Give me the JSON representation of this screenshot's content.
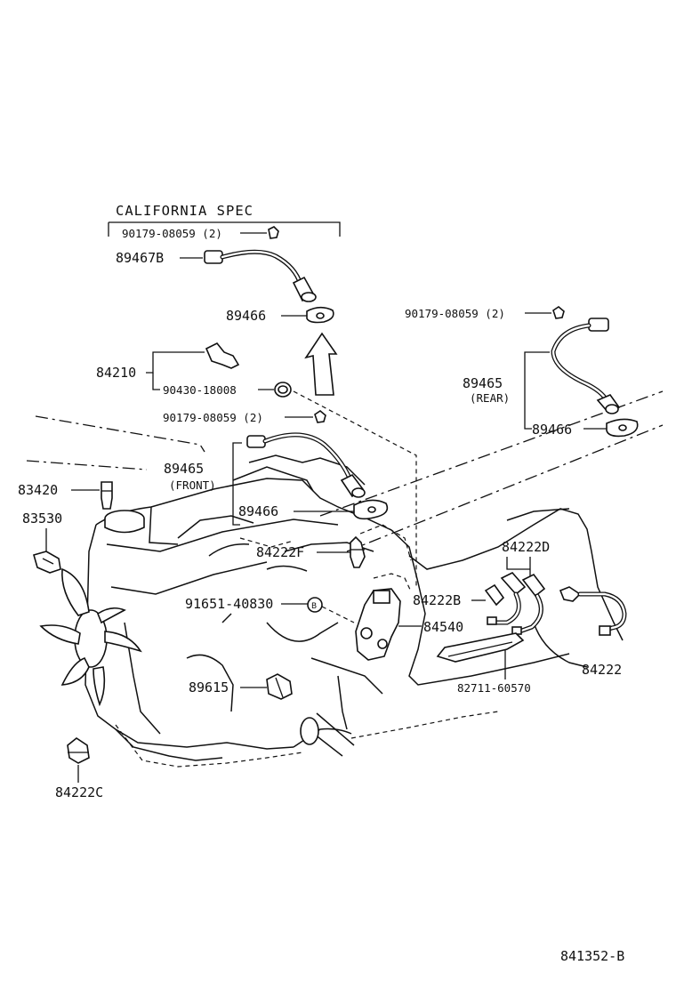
{
  "title": "CALIFORNIA SPEC",
  "diagram_id": "841352-B",
  "labels": {
    "cal_bolt": "90179-08059 (2)",
    "cal_sensor": "89467B",
    "cal_gasket": "89466",
    "p84210": "84210",
    "p90430": "90430-18008",
    "front_bolt": "90179-08059 (2)",
    "front_sensor": "89465",
    "front_note": "(FRONT)",
    "front_gasket": "89466",
    "rear_bolt": "90179-08059 (2)",
    "rear_sensor": "89465",
    "rear_note": "(REAR)",
    "rear_gasket": "89466",
    "p83420": "83420",
    "p83530": "83530",
    "p84222F": "84222F",
    "p84222D": "84222D",
    "p84222B": "84222B",
    "p91651": "91651-40830",
    "p84540": "84540",
    "p84222": "84222",
    "p89615": "89615",
    "p82711": "82711-60570",
    "p84222C": "84222C"
  }
}
